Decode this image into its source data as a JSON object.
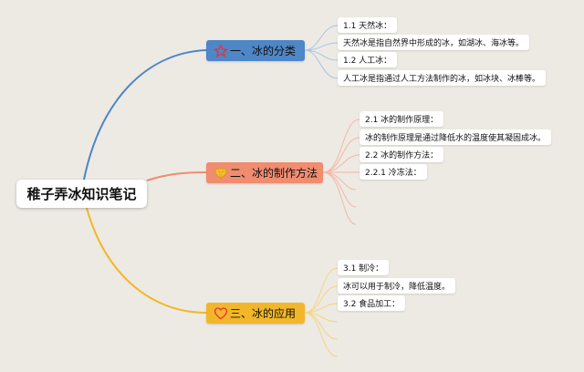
{
  "root": {
    "label": "稚子弄冰知识笔记"
  },
  "branches": [
    {
      "label": "一、冰的分类",
      "icon": "star-outline-icon",
      "color": "#4e86c6",
      "items": [
        "1.1 天然冰：",
        "天然冰是指自然界中形成的冰，如湖冰、海冰等。",
        "1.2 人工冰：",
        "人工冰是指通过人工方法制作的冰，如冰块、冰棒等。"
      ]
    },
    {
      "label": "二、冰的制作方法",
      "icon": "diamond-icon",
      "color": "#f08c70",
      "items": [
        "2.1 冰的制作原理：",
        "冰的制作原理是通过降低水的温度使其凝固成冰。",
        "2.2 冰的制作方法：",
        "2.2.1 冷冻法："
      ]
    },
    {
      "label": "三、冰的应用",
      "icon": "heart-outline-icon",
      "color": "#f2b728",
      "items": [
        "3.1 制冷：",
        "冰可以用于制冷，降低温度。",
        "3.2 食品加工："
      ]
    }
  ],
  "colors": {
    "background": "#edeae4",
    "branch_blue": "#4e86c6",
    "branch_orange": "#f08c70",
    "branch_yellow": "#f2b728",
    "line_blue_light": "#a9c4e6",
    "line_orange_light": "#f3b7a6",
    "line_yellow_light": "#f4d485"
  }
}
